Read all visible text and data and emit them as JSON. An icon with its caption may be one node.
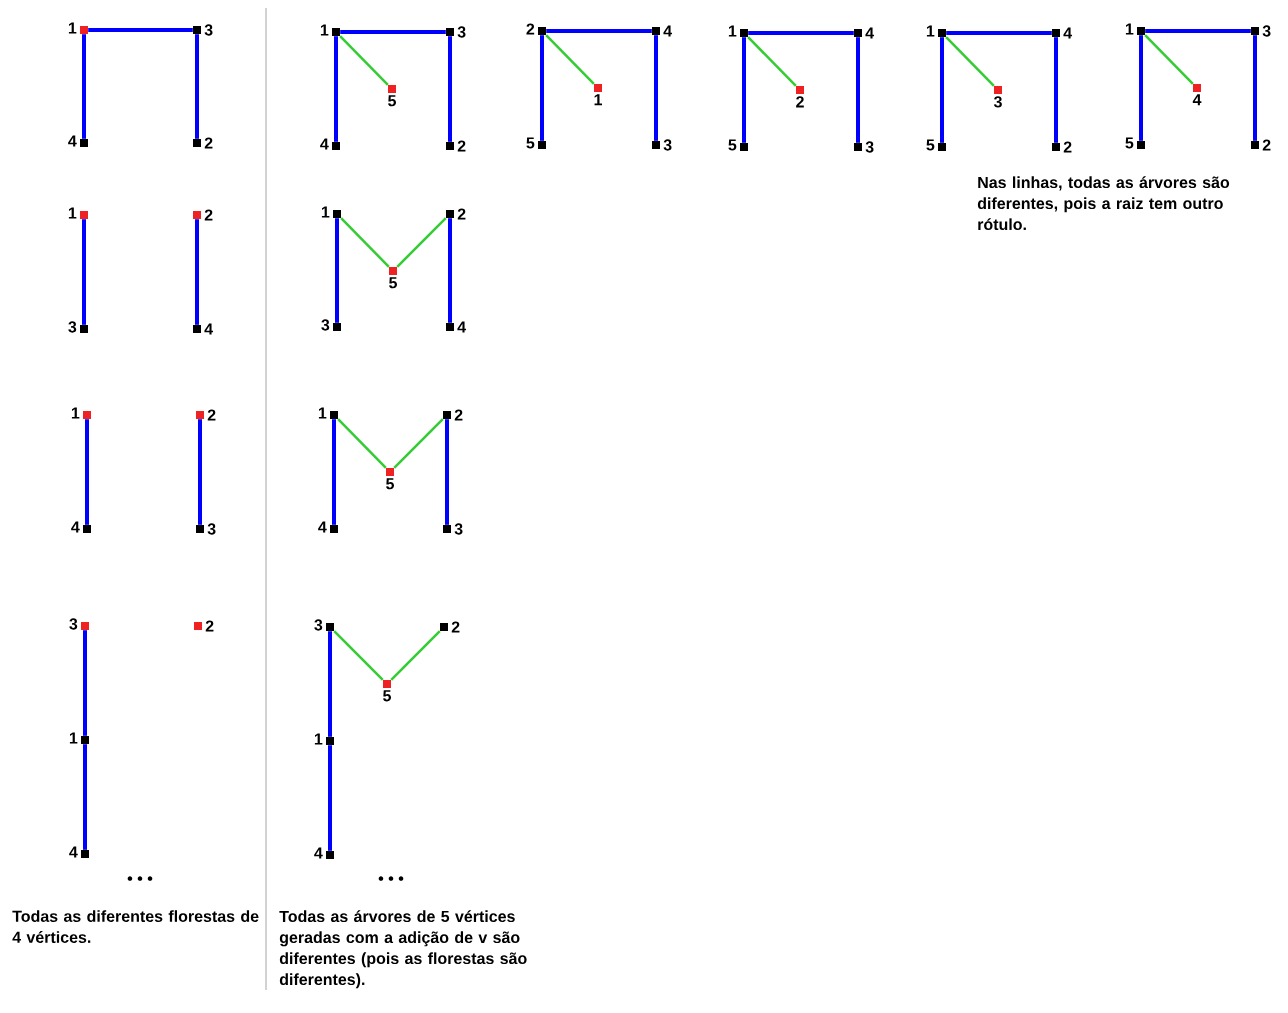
{
  "diagram": {
    "nodes": [
      {
        "text": [],
        "shape": "box",
        "beside": [
          "1"
        ]
      },
      {
        "text": [],
        "shape": "box",
        "beside": [
          "3"
        ]
      },
      {
        "text": [],
        "shape": "box",
        "beside": [
          "4"
        ]
      },
      {
        "text": [],
        "shape": "box",
        "beside": [
          "2"
        ]
      },
      {
        "text": [],
        "shape": "box",
        "beside": [
          "1"
        ]
      },
      {
        "text": [],
        "shape": "box",
        "beside": [
          "3"
        ]
      },
      {
        "text": [],
        "shape": "box",
        "beside": [
          "5"
        ]
      },
      {
        "text": [],
        "shape": "box",
        "beside": [
          "4"
        ]
      },
      {
        "text": [],
        "shape": "box",
        "beside": [
          "2"
        ]
      },
      {
        "text": [],
        "shape": "box",
        "beside": [
          "2"
        ]
      },
      {
        "text": [],
        "shape": "box",
        "beside": [
          "4"
        ]
      },
      {
        "text": [],
        "shape": "box",
        "beside": [
          "1"
        ]
      },
      {
        "text": [],
        "shape": "box",
        "beside": [
          "5"
        ]
      },
      {
        "text": [],
        "shape": "box",
        "beside": [
          "3"
        ]
      },
      {
        "text": [],
        "shape": "box",
        "beside": [
          "1"
        ]
      },
      {
        "text": [],
        "shape": "box",
        "beside": [
          "4"
        ]
      },
      {
        "text": [],
        "shape": "box",
        "beside": [
          "2"
        ]
      },
      {
        "text": [],
        "shape": "box",
        "beside": [
          "5"
        ]
      },
      {
        "text": [],
        "shape": "box",
        "beside": [
          "3"
        ]
      },
      {
        "text": [],
        "shape": "box",
        "beside": [
          "1"
        ]
      },
      {
        "text": [],
        "shape": "box",
        "beside": [
          "4"
        ]
      },
      {
        "text": [],
        "shape": "box",
        "beside": [
          "3"
        ]
      },
      {
        "text": [],
        "shape": "box",
        "beside": [
          "5"
        ]
      },
      {
        "text": [],
        "shape": "box",
        "beside": [
          "2"
        ]
      },
      {
        "text": [],
        "shape": "box",
        "beside": [
          "1"
        ]
      },
      {
        "text": [],
        "shape": "box",
        "beside": [
          "3"
        ]
      },
      {
        "text": [],
        "shape": "box",
        "beside": [
          "4"
        ]
      },
      {
        "text": [],
        "shape": "box",
        "beside": [
          "5"
        ]
      },
      {
        "text": [],
        "shape": "box",
        "beside": [
          "2"
        ]
      },
      {
        "text": [],
        "shape": "box",
        "beside": [
          "1"
        ]
      },
      {
        "text": [],
        "shape": "box",
        "beside": [
          "2"
        ]
      },
      {
        "text": [],
        "shape": "box",
        "beside": [
          "3"
        ]
      },
      {
        "text": [],
        "shape": "box",
        "beside": [
          "4"
        ]
      },
      {
        "text": [],
        "shape": "box",
        "beside": [
          "1"
        ]
      },
      {
        "text": [],
        "shape": "box",
        "beside": [
          "2"
        ]
      },
      {
        "text": [],
        "shape": "box",
        "beside": [
          "5"
        ]
      },
      {
        "text": [],
        "shape": "box",
        "beside": [
          "3"
        ]
      },
      {
        "text": [],
        "shape": "box",
        "beside": [
          "4"
        ]
      },
      {
        "text": [],
        "shape": "box",
        "beside": [
          "1"
        ]
      },
      {
        "text": [],
        "shape": "box",
        "beside": [
          "2"
        ]
      },
      {
        "text": [],
        "shape": "box",
        "beside": [
          "4"
        ]
      },
      {
        "text": [],
        "shape": "box",
        "beside": [
          "3"
        ]
      },
      {
        "text": [],
        "shape": "box",
        "beside": [
          "1"
        ]
      },
      {
        "text": [],
        "shape": "box",
        "beside": [
          "2"
        ]
      },
      {
        "text": [],
        "shape": "box",
        "beside": [
          "5"
        ]
      },
      {
        "text": [],
        "shape": "box",
        "beside": [
          "4"
        ]
      },
      {
        "text": [],
        "shape": "box",
        "beside": [
          "3"
        ]
      },
      {
        "text": [],
        "shape": "box",
        "beside": [
          "3"
        ]
      },
      {
        "text": [],
        "shape": "box",
        "beside": [
          "2"
        ]
      },
      {
        "text": [],
        "shape": "box",
        "beside": [
          "1"
        ]
      },
      {
        "text": [],
        "shape": "box",
        "beside": [
          "4"
        ]
      },
      {
        "text": [],
        "shape": "box",
        "beside": [
          "3"
        ]
      },
      {
        "text": [],
        "shape": "box",
        "beside": [
          "2"
        ]
      },
      {
        "text": [],
        "shape": "box",
        "beside": [
          "5"
        ]
      },
      {
        "text": [],
        "shape": "box",
        "beside": [
          "1"
        ]
      },
      {
        "text": [],
        "shape": "box",
        "beside": [
          "4"
        ]
      }
    ],
    "edges": [
      {
        "from": 0,
        "to": 1,
        "arrow": "none"
      },
      {
        "from": 0,
        "to": 2,
        "arrow": "none"
      },
      {
        "from": 1,
        "to": 3,
        "arrow": "none"
      },
      {
        "from": 4,
        "to": 5,
        "arrow": "none"
      },
      {
        "from": 4,
        "to": 7,
        "arrow": "none"
      },
      {
        "from": 5,
        "to": 8,
        "arrow": "none"
      },
      {
        "from": 4,
        "to": 6,
        "arrow": "none",
        "color": "#33cc33"
      },
      {
        "from": 9,
        "to": 10,
        "arrow": "none"
      },
      {
        "from": 9,
        "to": 12,
        "arrow": "none"
      },
      {
        "from": 10,
        "to": 13,
        "arrow": "none"
      },
      {
        "from": 9,
        "to": 11,
        "arrow": "none",
        "color": "#33cc33"
      },
      {
        "from": 14,
        "to": 15,
        "arrow": "none"
      },
      {
        "from": 14,
        "to": 17,
        "arrow": "none"
      },
      {
        "from": 15,
        "to": 18,
        "arrow": "none"
      },
      {
        "from": 14,
        "to": 16,
        "arrow": "none",
        "color": "#33cc33"
      },
      {
        "from": 19,
        "to": 20,
        "arrow": "none"
      },
      {
        "from": 19,
        "to": 22,
        "arrow": "none"
      },
      {
        "from": 20,
        "to": 23,
        "arrow": "none"
      },
      {
        "from": 19,
        "to": 21,
        "arrow": "none",
        "color": "#33cc33"
      },
      {
        "from": 24,
        "to": 25,
        "arrow": "none"
      },
      {
        "from": 24,
        "to": 27,
        "arrow": "none"
      },
      {
        "from": 25,
        "to": 28,
        "arrow": "none"
      },
      {
        "from": 24,
        "to": 26,
        "arrow": "none",
        "color": "#33cc33"
      },
      {
        "from": 29,
        "to": 31,
        "arrow": "none"
      },
      {
        "from": 30,
        "to": 32,
        "arrow": "none"
      },
      {
        "from": 33,
        "to": 36,
        "arrow": "none"
      },
      {
        "from": 34,
        "to": 37,
        "arrow": "none"
      },
      {
        "from": 33,
        "to": 35,
        "arrow": "none",
        "color": "#33cc33"
      },
      {
        "from": 34,
        "to": 35,
        "arrow": "none",
        "color": "#33cc33"
      },
      {
        "from": 38,
        "to": 40,
        "arrow": "none"
      },
      {
        "from": 39,
        "to": 41,
        "arrow": "none"
      },
      {
        "from": 42,
        "to": 45,
        "arrow": "none"
      },
      {
        "from": 43,
        "to": 46,
        "arrow": "none"
      },
      {
        "from": 42,
        "to": 44,
        "arrow": "none",
        "color": "#33cc33"
      },
      {
        "from": 43,
        "to": 44,
        "arrow": "none",
        "color": "#33cc33"
      },
      {
        "from": 47,
        "to": 49,
        "arrow": "none"
      },
      {
        "from": 49,
        "to": 50,
        "arrow": "none"
      },
      {
        "from": 51,
        "to": 54,
        "arrow": "none"
      },
      {
        "from": 54,
        "to": 55,
        "arrow": "none"
      },
      {
        "from": 51,
        "to": 53,
        "arrow": "none",
        "color": "#33cc33"
      },
      {
        "from": 52,
        "to": 53,
        "arrow": "none",
        "color": "#33cc33"
      }
    ],
    "labels": [
      "Nas linhas, todas as árvores são diferentes, pois a raiz tem outro rótulo.",
      "• • •",
      "• • •",
      "Todas as diferentes florestas de 4 vértices.",
      "Todas as árvores de 5 vértices geradas com a adição de v são diferentes (pois as florestas são diferentes)."
    ]
  }
}
